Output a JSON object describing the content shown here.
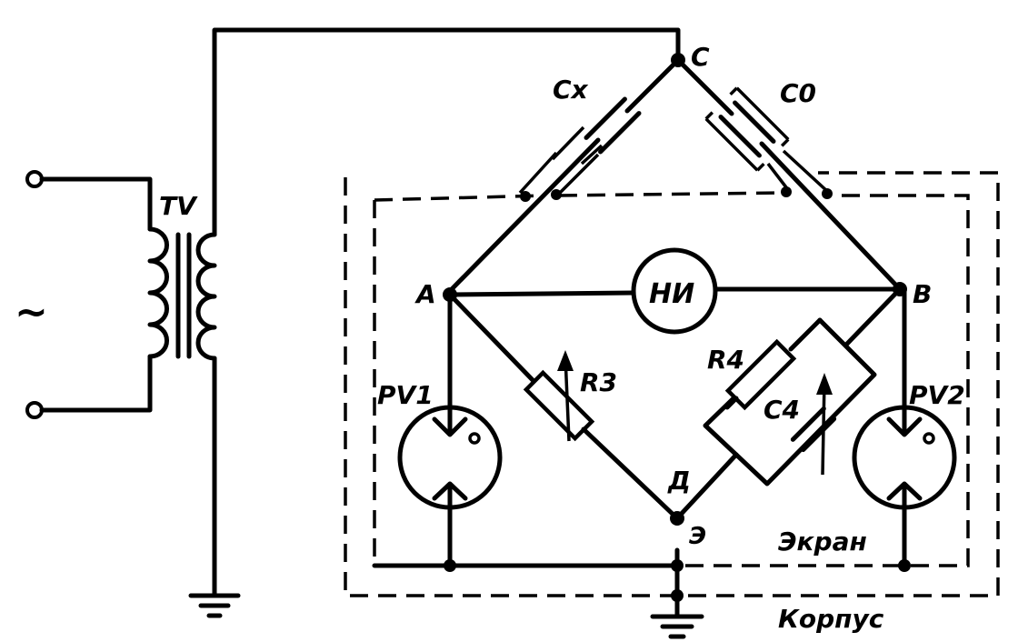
{
  "diagram": {
    "labels": {
      "source": "~",
      "transformer": "TV",
      "node_c": "C",
      "cap_x": "Cx",
      "cap_0": "C0",
      "node_a": "A",
      "node_b": "B",
      "null_indicator": "НИ",
      "r3": "R3",
      "r4": "R4",
      "c4": "C4",
      "pv1": "PV1",
      "pv2": "PV2",
      "node_d": "Д",
      "node_e": "Э",
      "screen": "Экран",
      "housing": "Корпус"
    }
  }
}
